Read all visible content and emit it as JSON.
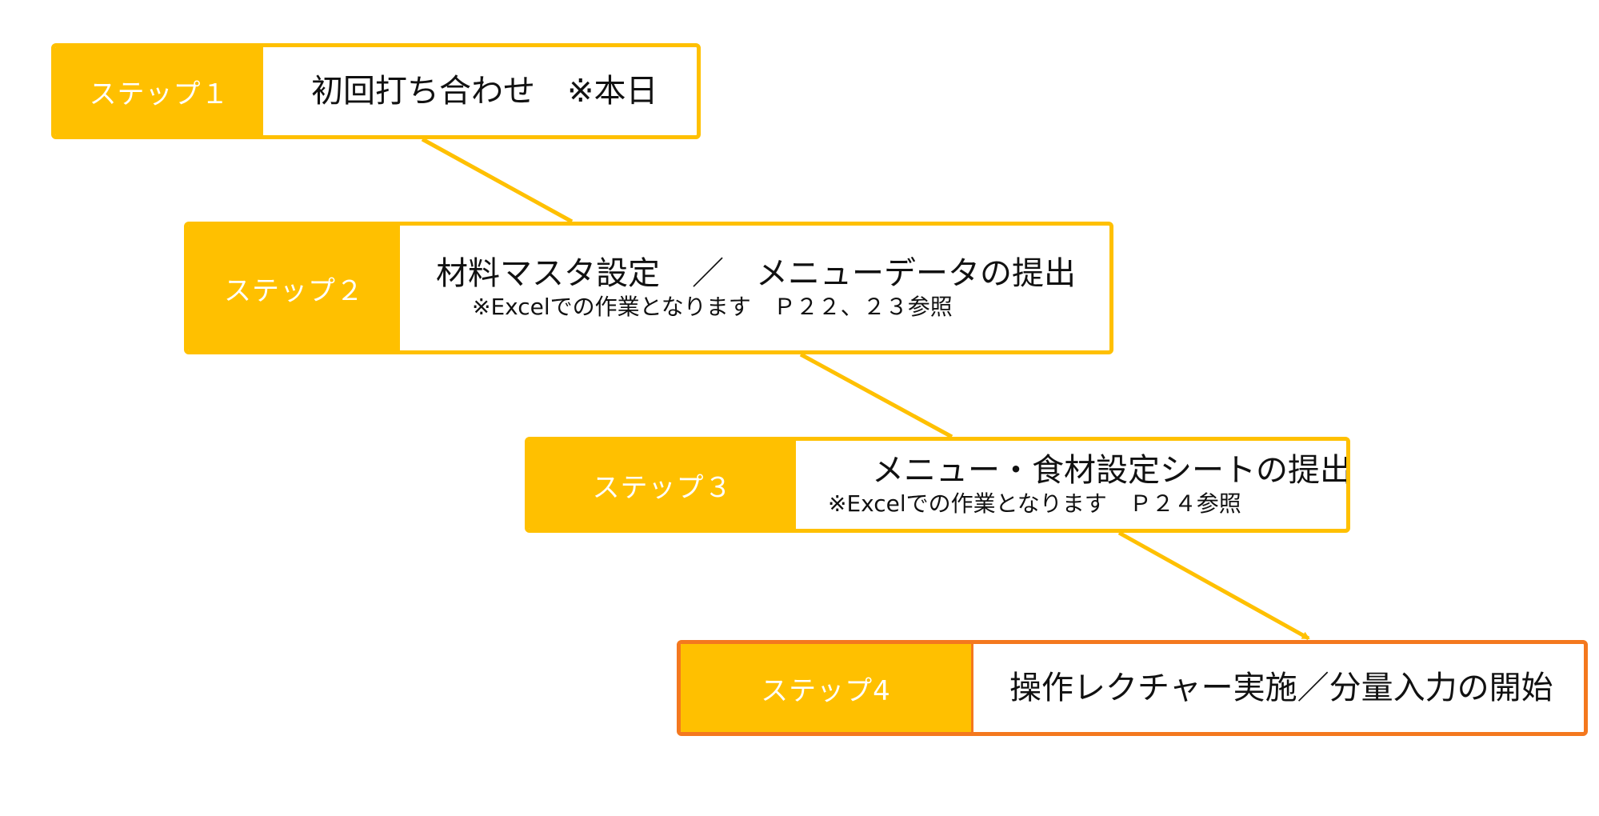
{
  "colors": {
    "accent": "#FFC000",
    "final_accent": "#F4781E",
    "label_text": "#FFFFFF",
    "body_text": "#111111"
  },
  "steps": [
    {
      "label": "ステップ１",
      "title": "初回打ち合わせ　※本日",
      "note": ""
    },
    {
      "label": "ステップ２",
      "title": "材料マスタ設定　／　メニューデータの提出",
      "note": "※Excelでの作業となります　Ｐ２２、２３参照"
    },
    {
      "label": "ステップ３",
      "title": "メニュー・食材設定シートの提出",
      "note": "※Excelでの作業となります　Ｐ２４参照"
    },
    {
      "label": "ステップ4",
      "title": "操作レクチャー実施／分量入力の開始",
      "note": ""
    }
  ]
}
